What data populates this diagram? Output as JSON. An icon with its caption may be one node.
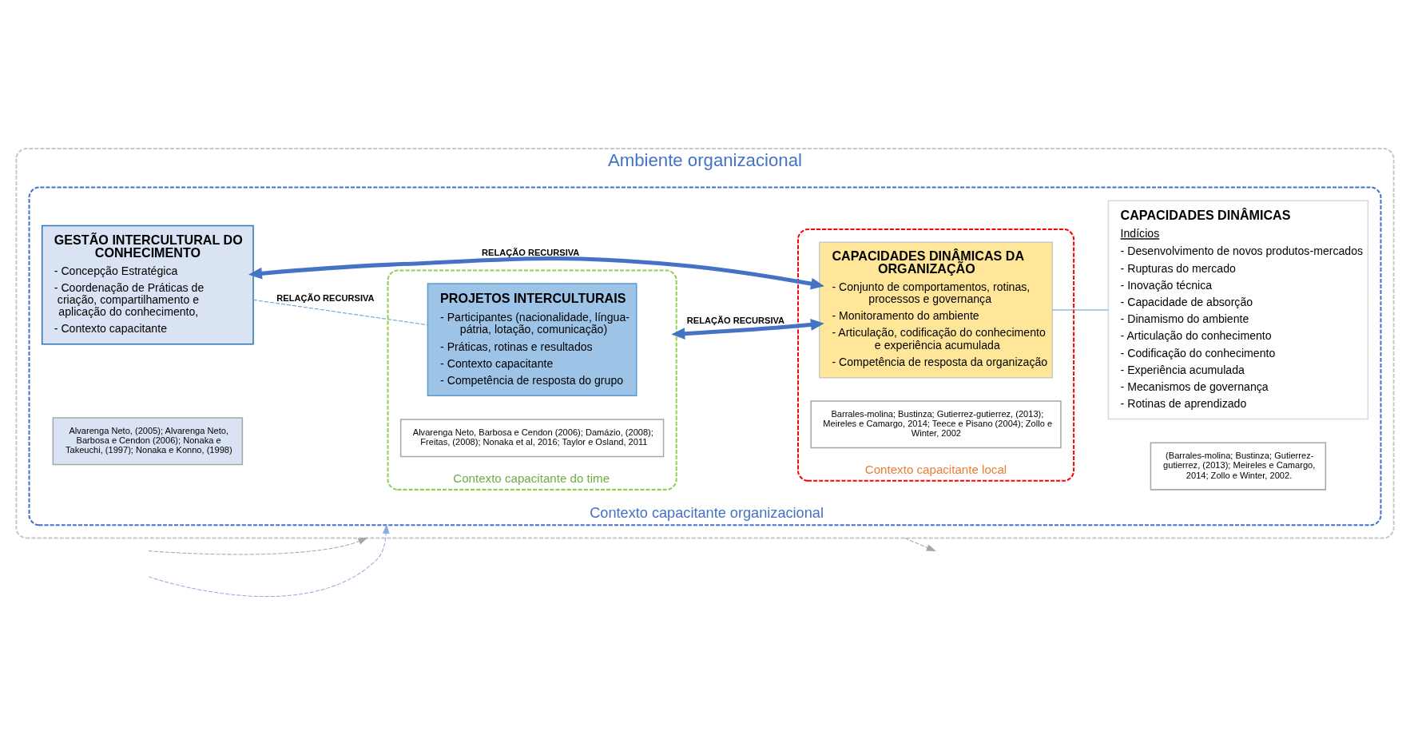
{
  "diagram": {
    "nodes": [
      {
        "text": [
          "Ambiente organizacional"
        ]
      },
      {
        "text": [
          "Contexto capacitante organizacional"
        ],
        "in": 0
      },
      {
        "text": [
          "Contexto capacitante do time"
        ],
        "in": 1
      },
      {
        "text": [
          "PROJETOS INTERCULTURAIS",
          "- Participantes (nacionalidade, língua-pátria, lotação, comunicação)",
          "- Práticas, rotinas e resultados",
          "- Contexto capacitante",
          "- Competência de resposta do grupo"
        ],
        "in": 2
      },
      {
        "text": [
          "Alvarenga Neto, Barbosa e Cendon (2006); Damázio, (2008); Freitas, (2008); Nonaka et al, 2016; Taylor e Osland, 2011"
        ],
        "in": 2
      },
      {
        "text": [
          "Contexto capacitante local"
        ],
        "in": 1
      },
      {
        "text": [
          "CAPACIDADES DINÂMICAS DA ORGANIZAÇÃO",
          "- Conjunto de comportamentos, rotinas, processos e governança",
          "- Monitoramento do ambiente",
          "- Articulação, codificação do conhecimento e experiência acumulada",
          "- Competência de resposta da organização"
        ],
        "in": 5
      },
      {
        "text": [
          "Barrales-molina; Bustinza; Gutierrez-gutierrez, (2013); Meireles e Camargo, 2014; Teece e Pisano (2004); Zollo e Winter, 2002"
        ],
        "in": 5
      },
      {
        "text": [
          "GESTÃO INTERCULTURAL DO CONHECIMENTO",
          "- Concepção Estratégica",
          "- Coordenação de Práticas de criação, compartilhamento e aplicação do conhecimento,",
          "- Contexto capacitante"
        ],
        "in": 1
      },
      {
        "text": [
          "Alvarenga Neto, (2005); Alvarenga Neto, Barbosa e Cendon (2006); Nonaka e Takeuchi, (1997); Nonaka e Konno, (1998)"
        ],
        "in": 1
      },
      {
        "text": [
          "CAPACIDADES DINÂMICAS",
          "Indícios",
          "- Desenvolvimento de novos produtos-mercados",
          "- Rupturas do mercado",
          "- Inovação técnica",
          "- Capacidade de absorção",
          "- Dinamismo do ambiente",
          "- Articulação do conhecimento",
          "- Codificação do conhecimento",
          "- Experiência acumulada",
          "- Mecanismos de governança",
          "- Rotinas de aprendizado"
        ],
        "in": 1
      },
      {
        "text": [
          "(Barrales-molina; Bustinza; Gutierrez-gutierrez, (2013); Meireles e Camargo, 2014; Zollo e Winter, 2002."
        ],
        "in": 1
      }
    ],
    "edges": [
      {
        "from": 8,
        "to": 3,
        "arrow": "none",
        "label": "RELAÇÃO RECURSIVA",
        "style": "dashed",
        "color": "#5b9bd5"
      },
      {
        "from": 2,
        "to": 6,
        "arrow": "both",
        "label": "RELAÇÃO RECURSIVA",
        "style": "thick",
        "color": "#4472c4"
      },
      {
        "from": 8,
        "to": 6,
        "arrow": "both",
        "label": "RELAÇÃO RECURSIVA",
        "style": "thick",
        "color": "#4472c4"
      },
      {
        "from": 6,
        "to": 10,
        "arrow": "none",
        "color": "#5b9bd5"
      },
      {
        "from": null,
        "to": 0,
        "arrow": "to",
        "style": "dashed",
        "color": "#a6a6a6"
      },
      {
        "from": null,
        "to": 1,
        "arrow": "to",
        "style": "dashed",
        "color": "#8faadc"
      },
      {
        "from": 0,
        "to": null,
        "arrow": "to",
        "style": "dashed",
        "color": "#a6a6a6"
      }
    ]
  }
}
